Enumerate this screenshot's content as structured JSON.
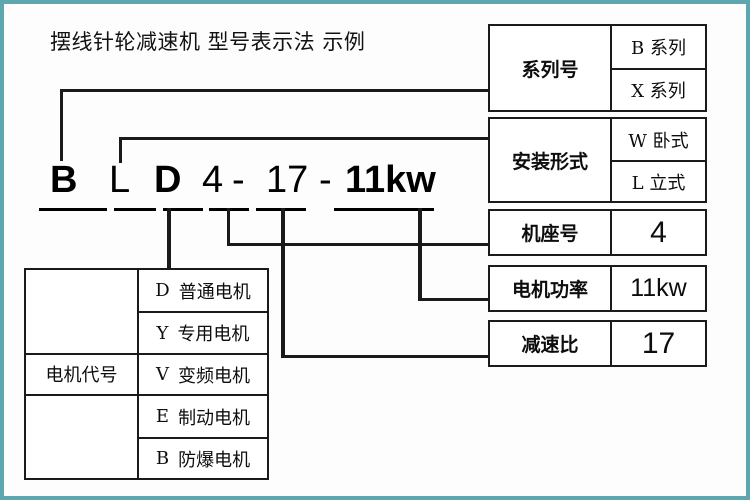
{
  "page": {
    "title": "摆线针轮减速机 型号表示法  示例",
    "border_color": "#5fa7ae",
    "line_color": "#1a1a1a"
  },
  "model_string": {
    "full": "BLD4-17-11kw",
    "segments": [
      {
        "key": "series",
        "text": "B"
      },
      {
        "key": "mounting",
        "text": "L"
      },
      {
        "key": "motor",
        "text": "D"
      },
      {
        "key": "frame",
        "text": "4"
      },
      {
        "key": "dash1",
        "text": "-"
      },
      {
        "key": "ratio",
        "text": "17"
      },
      {
        "key": "dash2",
        "text": "-"
      },
      {
        "key": "power",
        "text": "11kw"
      }
    ]
  },
  "right_tables": [
    {
      "label": "系列号",
      "options": [
        "B 系列",
        "X 系列"
      ]
    },
    {
      "label": "安装形式",
      "options": [
        "W 卧式",
        "L 立式"
      ]
    },
    {
      "label": "机座号",
      "options": [
        "4"
      ]
    },
    {
      "label": "电机功率",
      "options": [
        "11kw"
      ]
    },
    {
      "label": "减速比",
      "options": [
        "17"
      ]
    }
  ],
  "motor_table": {
    "label": "电机代号",
    "rows": [
      {
        "code": "D",
        "name": "普通电机"
      },
      {
        "code": "Y",
        "name": "专用电机"
      },
      {
        "code": "V",
        "name": "变频电机"
      },
      {
        "code": "E",
        "name": "制动电机"
      },
      {
        "code": "B",
        "name": "防爆电机"
      }
    ]
  }
}
